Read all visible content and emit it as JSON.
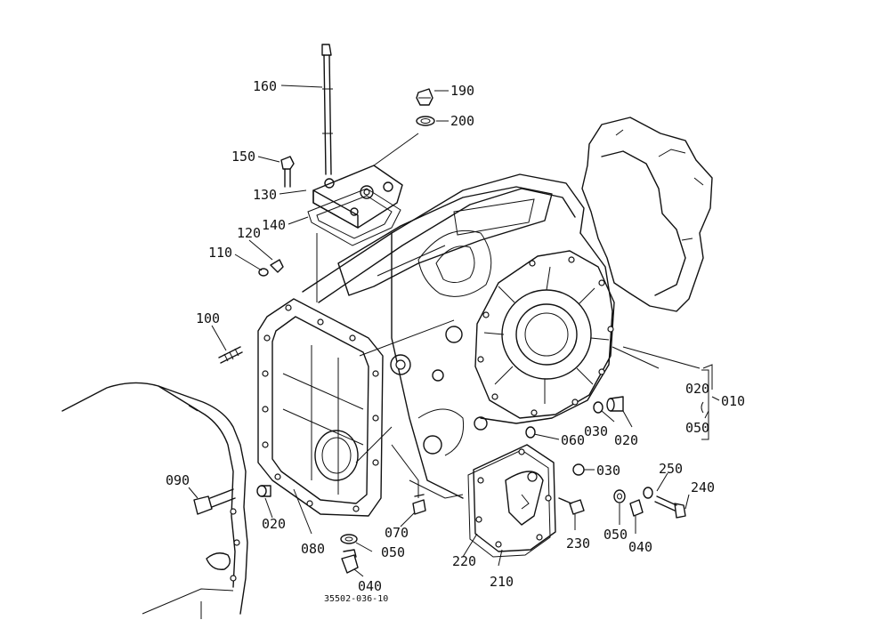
{
  "document_code": "35502-036-10",
  "parts": [
    {
      "key": "p160",
      "label": "160"
    },
    {
      "key": "p190",
      "label": "190"
    },
    {
      "key": "p200",
      "label": "200"
    },
    {
      "key": "p150",
      "label": "150"
    },
    {
      "key": "p130",
      "label": "130"
    },
    {
      "key": "p140",
      "label": "140"
    },
    {
      "key": "p120",
      "label": "120"
    },
    {
      "key": "p110",
      "label": "110"
    },
    {
      "key": "p100",
      "label": "100"
    },
    {
      "key": "p020a",
      "label": "020"
    },
    {
      "key": "p010",
      "label": "010"
    },
    {
      "key": "p050a",
      "label": "050"
    },
    {
      "key": "p060",
      "label": "060"
    },
    {
      "key": "p030a",
      "label": "030"
    },
    {
      "key": "p020b",
      "label": "020"
    },
    {
      "key": "p030b",
      "label": "030"
    },
    {
      "key": "p250",
      "label": "250"
    },
    {
      "key": "p240",
      "label": "240"
    },
    {
      "key": "p090",
      "label": "090"
    },
    {
      "key": "p020c",
      "label": "020"
    },
    {
      "key": "p080",
      "label": "080"
    },
    {
      "key": "p070",
      "label": "070"
    },
    {
      "key": "p050b",
      "label": "050"
    },
    {
      "key": "p220",
      "label": "220"
    },
    {
      "key": "p230",
      "label": "230"
    },
    {
      "key": "p050c",
      "label": "050"
    },
    {
      "key": "p040a",
      "label": "040"
    },
    {
      "key": "p210",
      "label": "210"
    },
    {
      "key": "p040b",
      "label": "040"
    }
  ]
}
